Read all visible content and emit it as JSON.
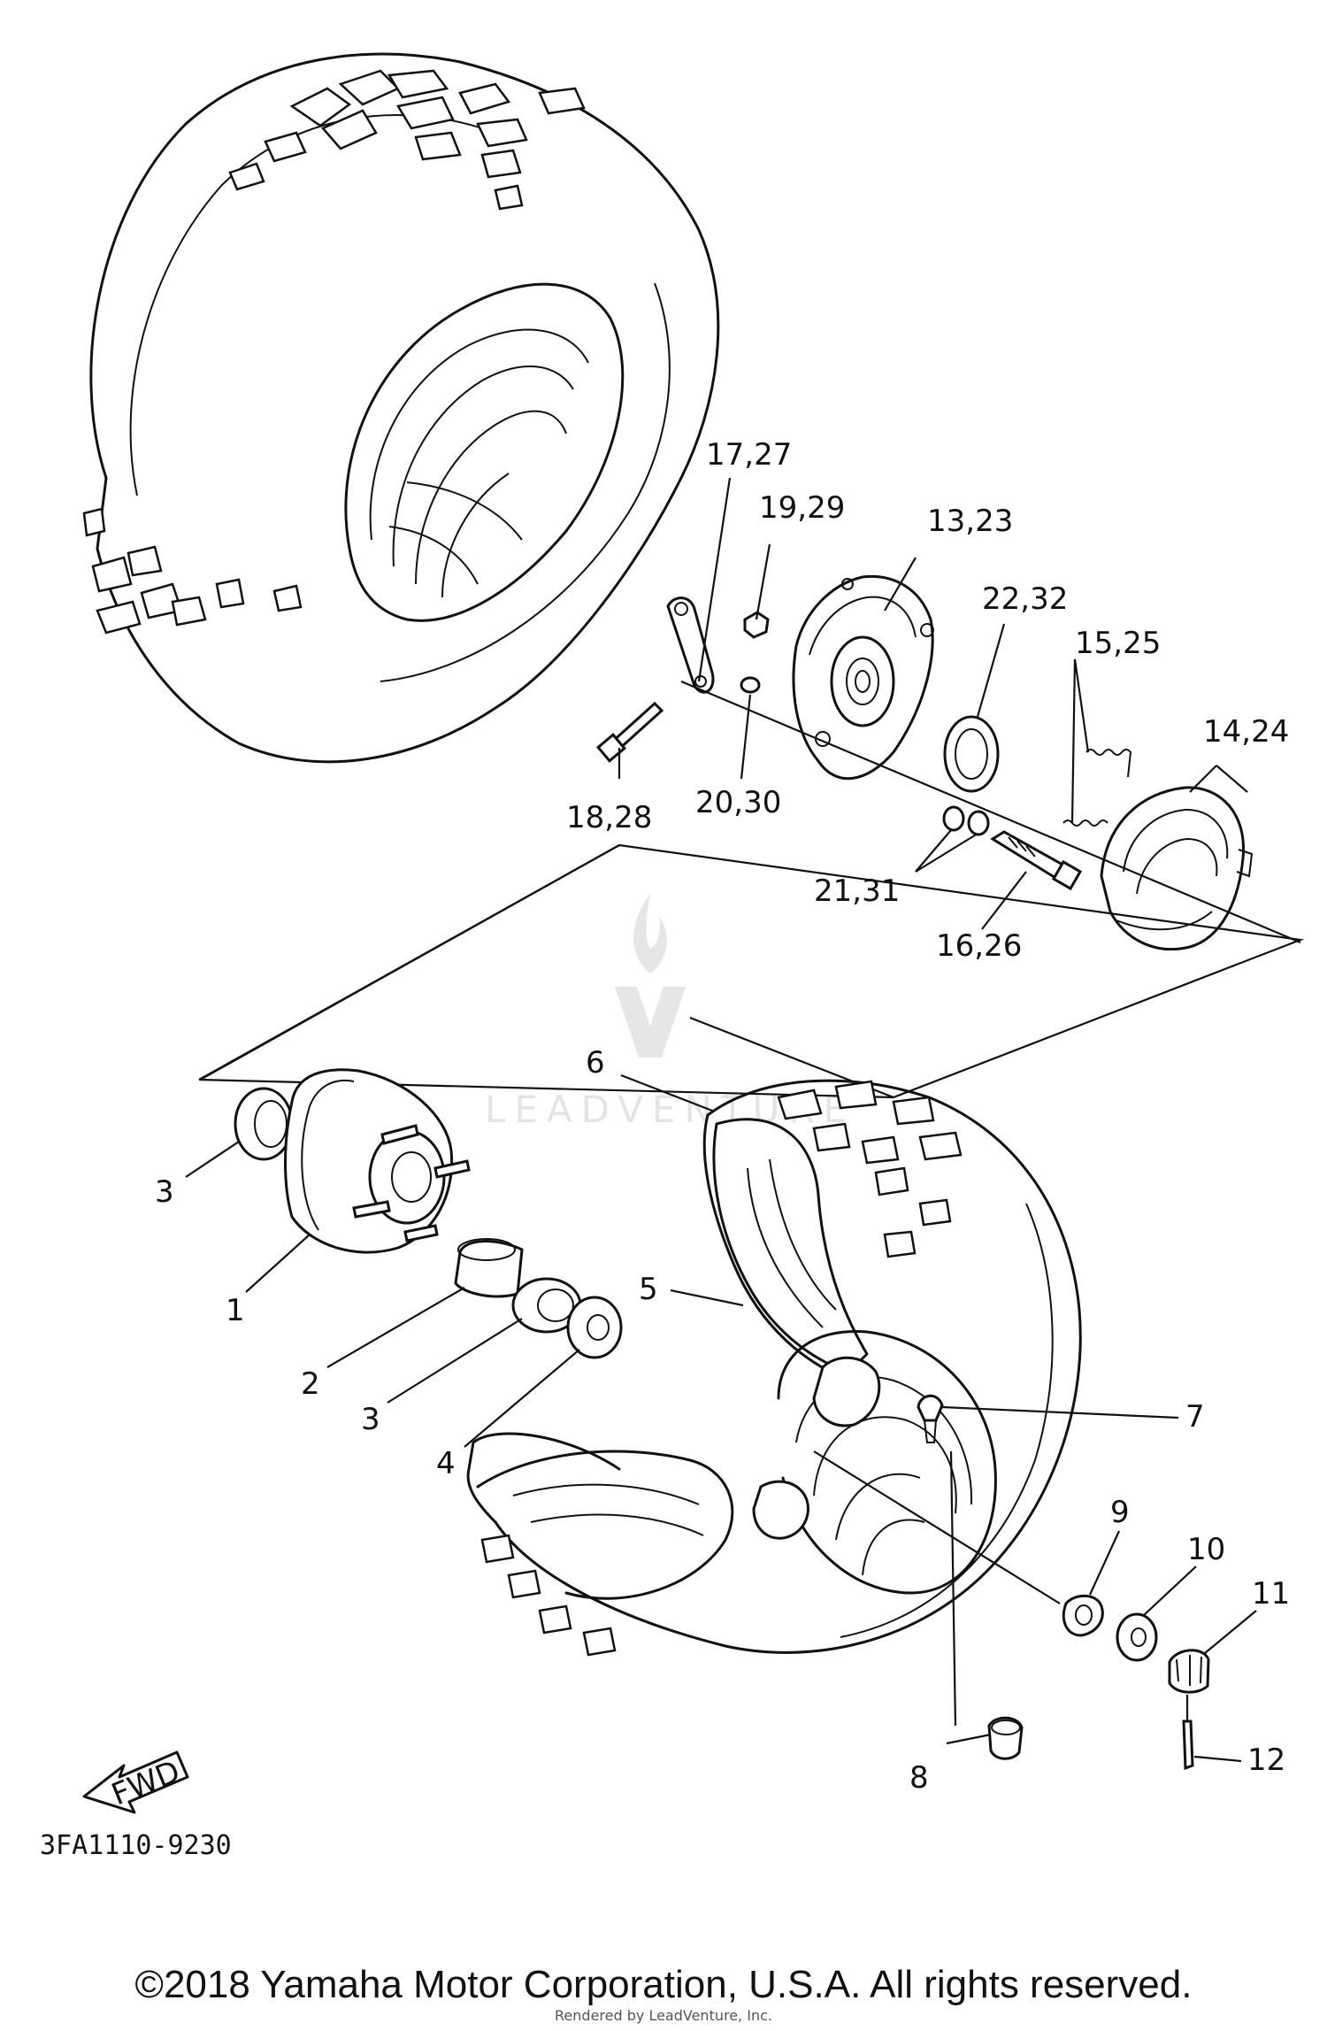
{
  "diagram": {
    "part_labels": {
      "p1": "1",
      "p2": "2",
      "p3a": "3",
      "p3b": "3",
      "p4": "4",
      "p5": "5",
      "p6": "6",
      "p7": "7",
      "p8": "8",
      "p9": "9",
      "p10": "10",
      "p11": "11",
      "p12": "12",
      "p13": "13,23",
      "p14": "14,24",
      "p15": "15,25",
      "p16": "16,26",
      "p17": "17,27",
      "p18": "18,28",
      "p19": "19,29",
      "p20": "20,30",
      "p21": "21,31",
      "p22": "22,32"
    },
    "direction_label": "FWD",
    "diagram_code": "3FA1110-9230"
  },
  "watermark": {
    "brand": "LEADVENTURE"
  },
  "footer": {
    "copyright": "©2018 Yamaha Motor Corporation, U.S.A. All rights reserved.",
    "rendered_by": "Rendered by LeadVenture, Inc."
  }
}
